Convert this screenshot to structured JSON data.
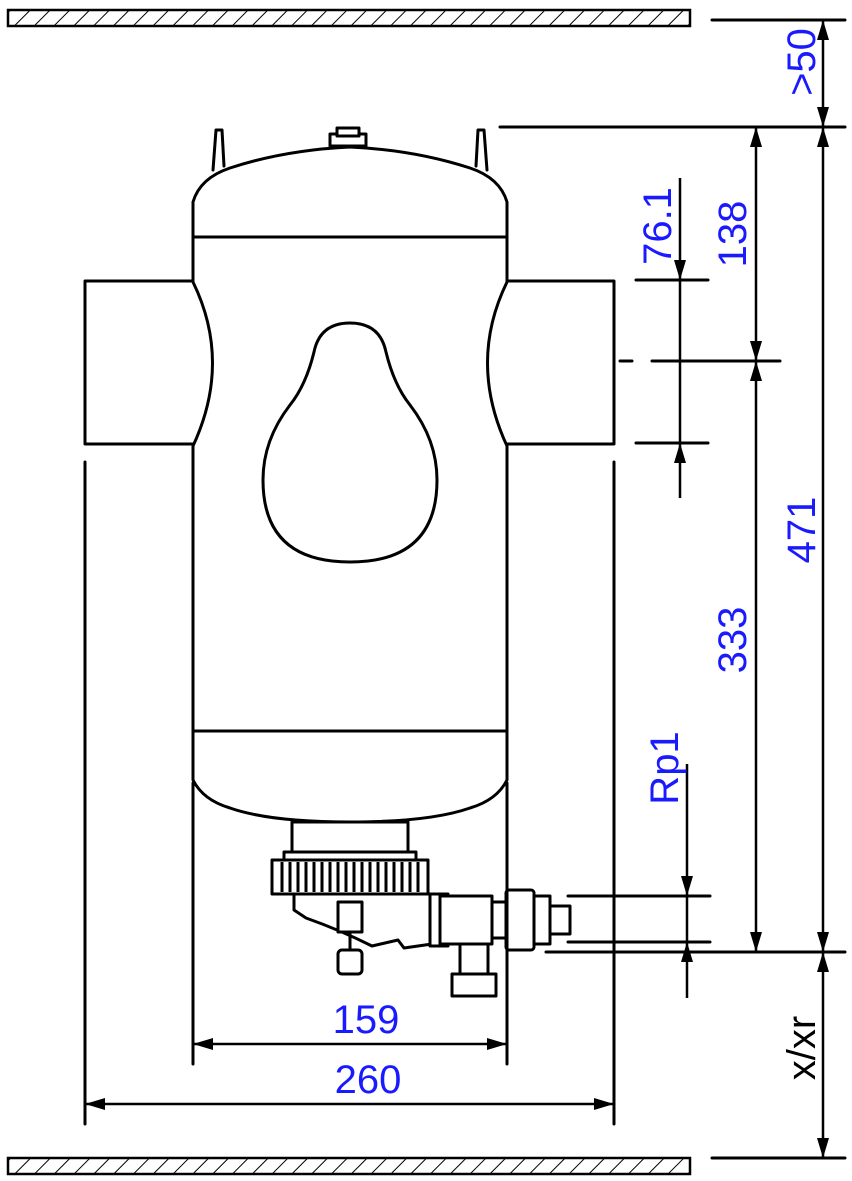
{
  "dimensions": {
    "clearance_top": ">50",
    "inlet_height": "138",
    "pipe_diameter": "76.1",
    "total_height": "471",
    "outlet_height": "333",
    "drain_thread": "Rp1",
    "body_width": "159",
    "overall_width": "260",
    "clearance_bottom": "x/xr"
  },
  "colors": {
    "dimension_text": "#1a1aff",
    "black_text": "#000000",
    "line": "#000000"
  }
}
